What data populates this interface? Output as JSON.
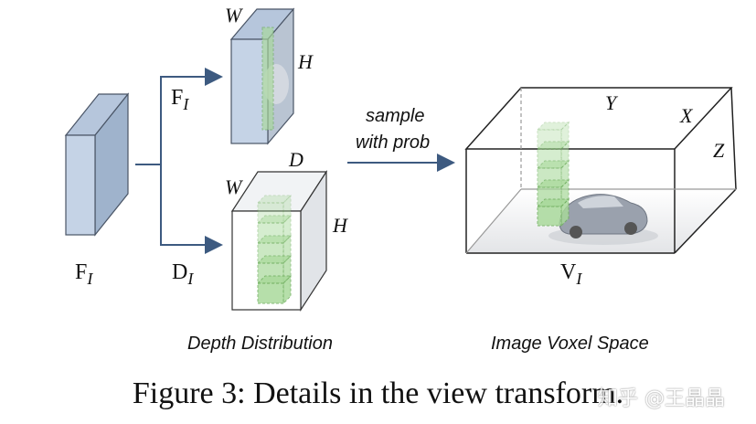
{
  "labels": {
    "fi_top": "F",
    "fi_top_sub": "I",
    "fi_left": "F",
    "fi_left_sub": "I",
    "di": "D",
    "di_sub": "I",
    "w_top": "W",
    "h_top": "H",
    "w_bottom": "W",
    "h_bottom": "H",
    "d_bottom": "D",
    "sample_line1": "sample",
    "sample_line2": "with prob",
    "y_axis": "Y",
    "x_axis": "X",
    "z_axis": "Z",
    "vi": "V",
    "vi_sub": "I",
    "depth_caption": "Depth Distribution",
    "voxel_caption": "Image Voxel Space"
  },
  "caption": "Figure 3: Details in the view transform.",
  "watermark": "知乎 @王晶晶",
  "colors": {
    "feature_front": "#c5d3e6",
    "feature_side": "#9fb3cc",
    "feature_edge": "#4a5566",
    "arrow": "#3d5a80",
    "cell_green": "#a8d99a",
    "cell_stroke": "#6fae5e"
  }
}
